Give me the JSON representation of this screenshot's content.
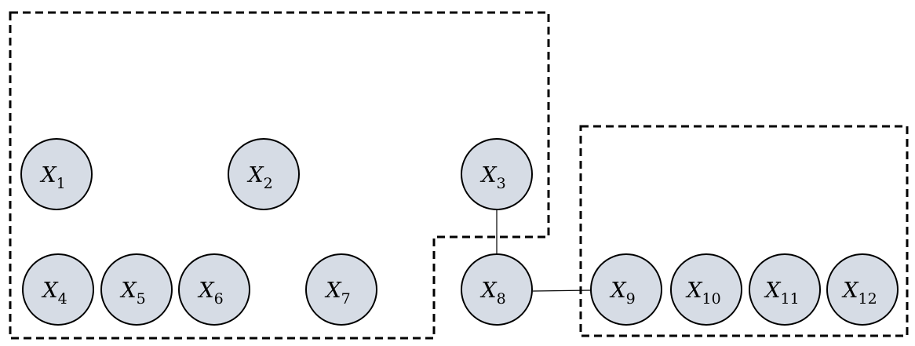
{
  "nodes": [
    {
      "id": "x1",
      "letter": "X",
      "sub": "1"
    },
    {
      "id": "x2",
      "letter": "X",
      "sub": "2"
    },
    {
      "id": "x3",
      "letter": "X",
      "sub": "3"
    },
    {
      "id": "x4",
      "letter": "X",
      "sub": "4"
    },
    {
      "id": "x5",
      "letter": "X",
      "sub": "5"
    },
    {
      "id": "x6",
      "letter": "X",
      "sub": "6"
    },
    {
      "id": "x7",
      "letter": "X",
      "sub": "7"
    },
    {
      "id": "x8",
      "letter": "X",
      "sub": "8"
    },
    {
      "id": "x9",
      "letter": "X",
      "sub": "9"
    },
    {
      "id": "x10",
      "letter": "X",
      "sub": "10"
    },
    {
      "id": "x11",
      "letter": "X",
      "sub": "11"
    },
    {
      "id": "x12",
      "letter": "X",
      "sub": "12"
    }
  ],
  "edges": [
    {
      "from": "x3",
      "to": "x8"
    },
    {
      "from": "x8",
      "to": "x9"
    }
  ],
  "regions": [
    {
      "id": "left-cluster",
      "members": [
        "x1",
        "x2",
        "x3",
        "x4",
        "x5",
        "x6",
        "x7"
      ]
    },
    {
      "id": "right-cluster",
      "members": [
        "x9",
        "x10",
        "x11",
        "x12"
      ]
    }
  ],
  "colors": {
    "node_fill": "#d6dce5",
    "stroke": "#000000"
  }
}
